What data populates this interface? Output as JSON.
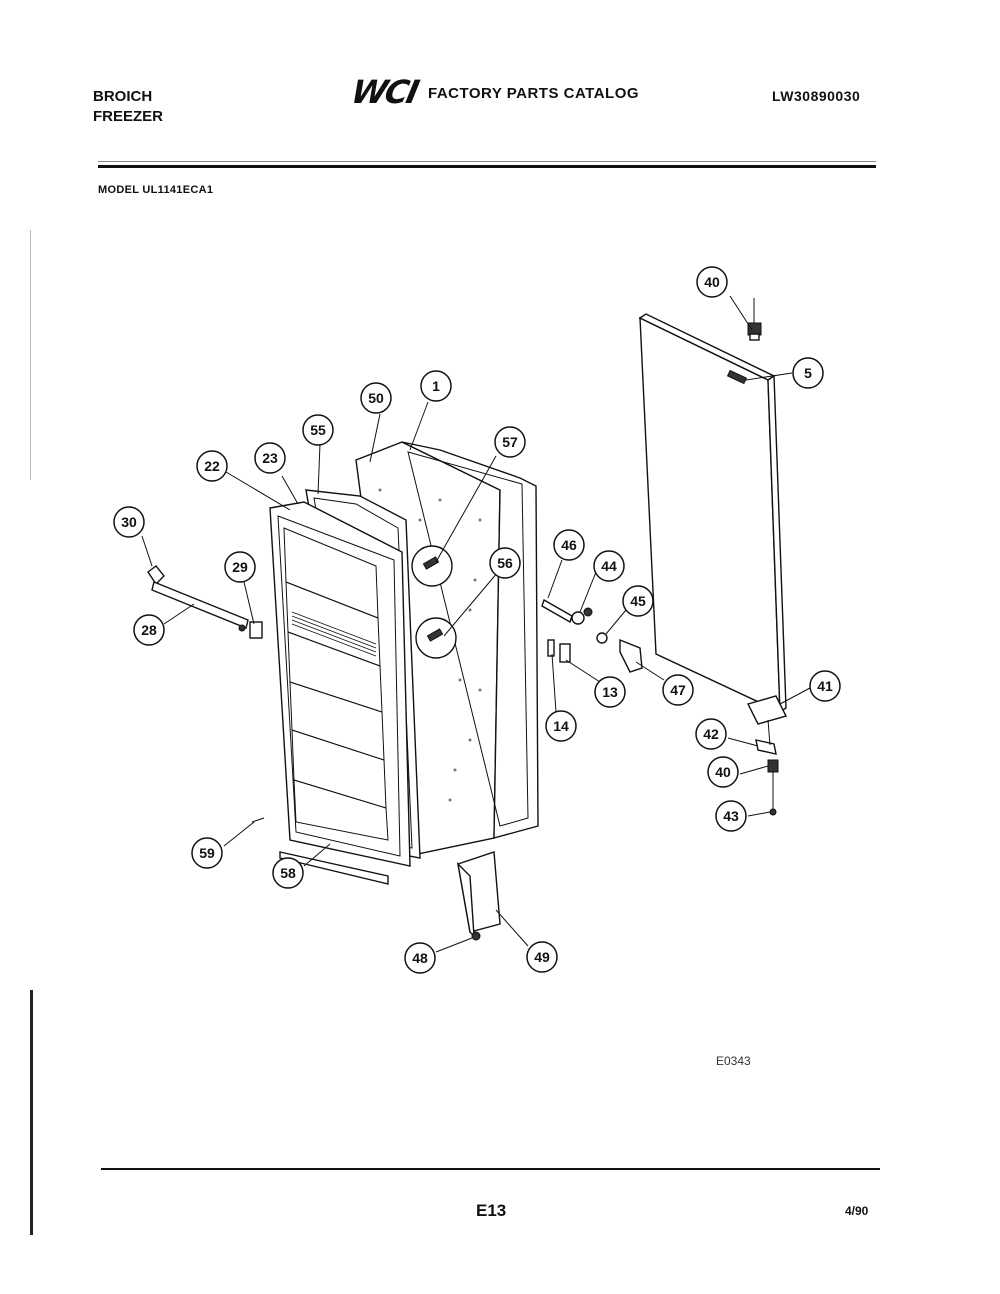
{
  "header": {
    "brand": "BROICH",
    "product_type": "FREEZER",
    "logo": "WCI",
    "catalog_title": "FACTORY PARTS CATALOG",
    "catalog_code": "LW30890030",
    "model_line": "MODEL UL1141ECA1"
  },
  "diagram": {
    "figure_code": "E0343",
    "callouts": [
      "40",
      "5",
      "1",
      "50",
      "57",
      "55",
      "23",
      "22",
      "30",
      "29",
      "28",
      "46",
      "56",
      "44",
      "45",
      "13",
      "14",
      "47",
      "41",
      "42",
      "40",
      "43",
      "59",
      "58",
      "48",
      "49"
    ]
  },
  "footer": {
    "page_number": "E13",
    "date": "4/90"
  }
}
